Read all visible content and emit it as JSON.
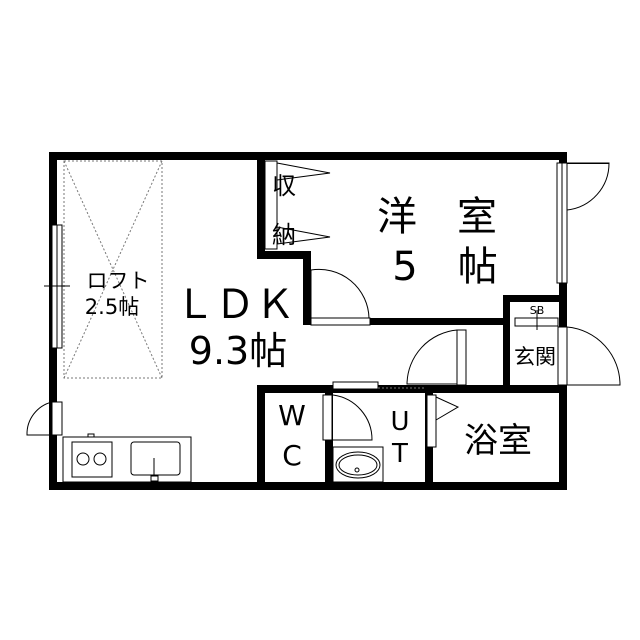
{
  "rooms": {
    "loft": {
      "name": "ロフト",
      "size": "2.5帖"
    },
    "ldk": {
      "name": "ＬＤＫ",
      "size": "9.3帖"
    },
    "storage": {
      "line1": "収",
      "line2": "納"
    },
    "western": {
      "name": "洋　室",
      "size": "5　帖"
    },
    "shoe_box": "SB",
    "entrance": "玄関",
    "wc": {
      "line1": "W",
      "line2": "C"
    },
    "utility": {
      "line1": "U",
      "line2": "T"
    },
    "bath": "浴室"
  }
}
